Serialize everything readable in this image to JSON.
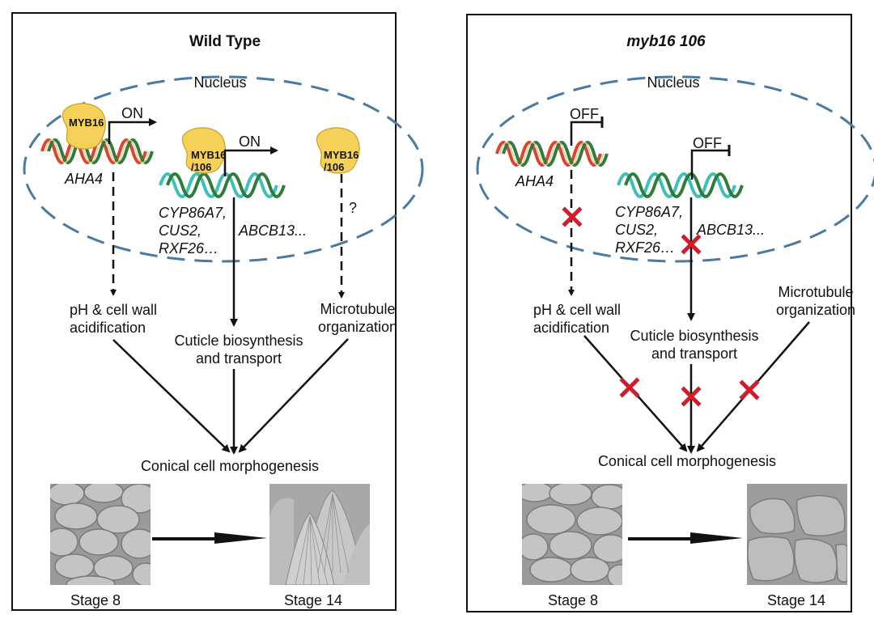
{
  "panels": [
    {
      "title": "Wild Type",
      "compartment": "Nucleus",
      "proteins": [
        "MYB16",
        "MYB16\n/106",
        "MYB16\n/106"
      ],
      "switches": [
        "ON",
        "ON"
      ],
      "genes": {
        "aha4": "AHA4",
        "cutin_genes": "CYP86A7,\nCUS2,\nRXF26…",
        "transporter": "ABCB13...",
        "unknown": "?"
      },
      "processes": {
        "ph": "pH & cell wall\nacidification",
        "cuticle": "Cuticle biosynthesis\nand transport",
        "microtubule": "Microtubule\norganization"
      },
      "outcome": "Conical cell morphogenesis",
      "stages": [
        "Stage 8",
        "Stage 14"
      ]
    },
    {
      "title": "myb16 106",
      "compartment": "Nucleus",
      "switches": [
        "OFF",
        "OFF"
      ],
      "genes": {
        "aha4": "AHA4",
        "cutin_genes": "CYP86A7,\nCUS2,\nRXF26…",
        "transporter": "ABCB13..."
      },
      "processes": {
        "ph": "pH & cell wall\nacidification",
        "cuticle": "Cuticle biosynthesis\nand transport",
        "microtubule": "Microtubule\norganization"
      },
      "outcome": "Conical cell morphogenesis",
      "stages": [
        "Stage 8",
        "Stage 14"
      ]
    }
  ],
  "colors": {
    "nucleus_border": "#4a7aa0",
    "protein_fill": "#f5d15a",
    "protein_stroke": "#c9a02a",
    "dna_red": "#d9462e",
    "dna_green": "#2e7d3a",
    "dna_teal": "#3cc0b8",
    "block_mark": "#e8141c"
  }
}
